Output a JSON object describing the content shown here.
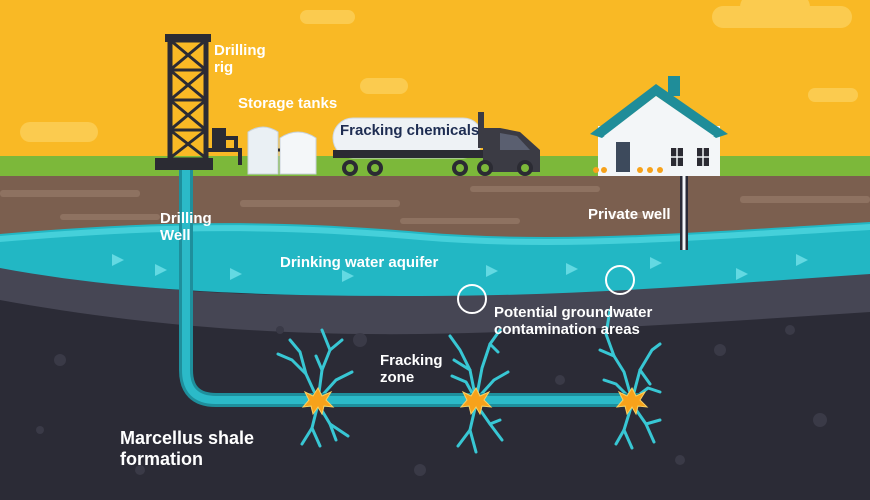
{
  "labels": {
    "drilling_rig": "Drilling\nrig",
    "storage_tanks": "Storage tanks",
    "fracking_chemicals": "Fracking chemicals",
    "drilling_well": "Drilling\nWell",
    "private_well": "Private well",
    "aquifer": "Drinking water aquifer",
    "contamination": "Potential groundwater\ncontamination areas",
    "fracking_zone": "Fracking\nzone",
    "shale": "Marcellus shale\nformation"
  },
  "colors": {
    "sky": "#f9b925",
    "grass": "#7cb83a",
    "topsoil": "#7b5f4f",
    "aquifer": "#22b7c4",
    "rock_band": "#464654",
    "shale": "#2b2b36",
    "pipe": "#2bbac8",
    "fracture": "#38c7d4",
    "star": "#f7a21b",
    "house_roof": "#1f8d99",
    "truck_cab": "#3b3b44"
  }
}
